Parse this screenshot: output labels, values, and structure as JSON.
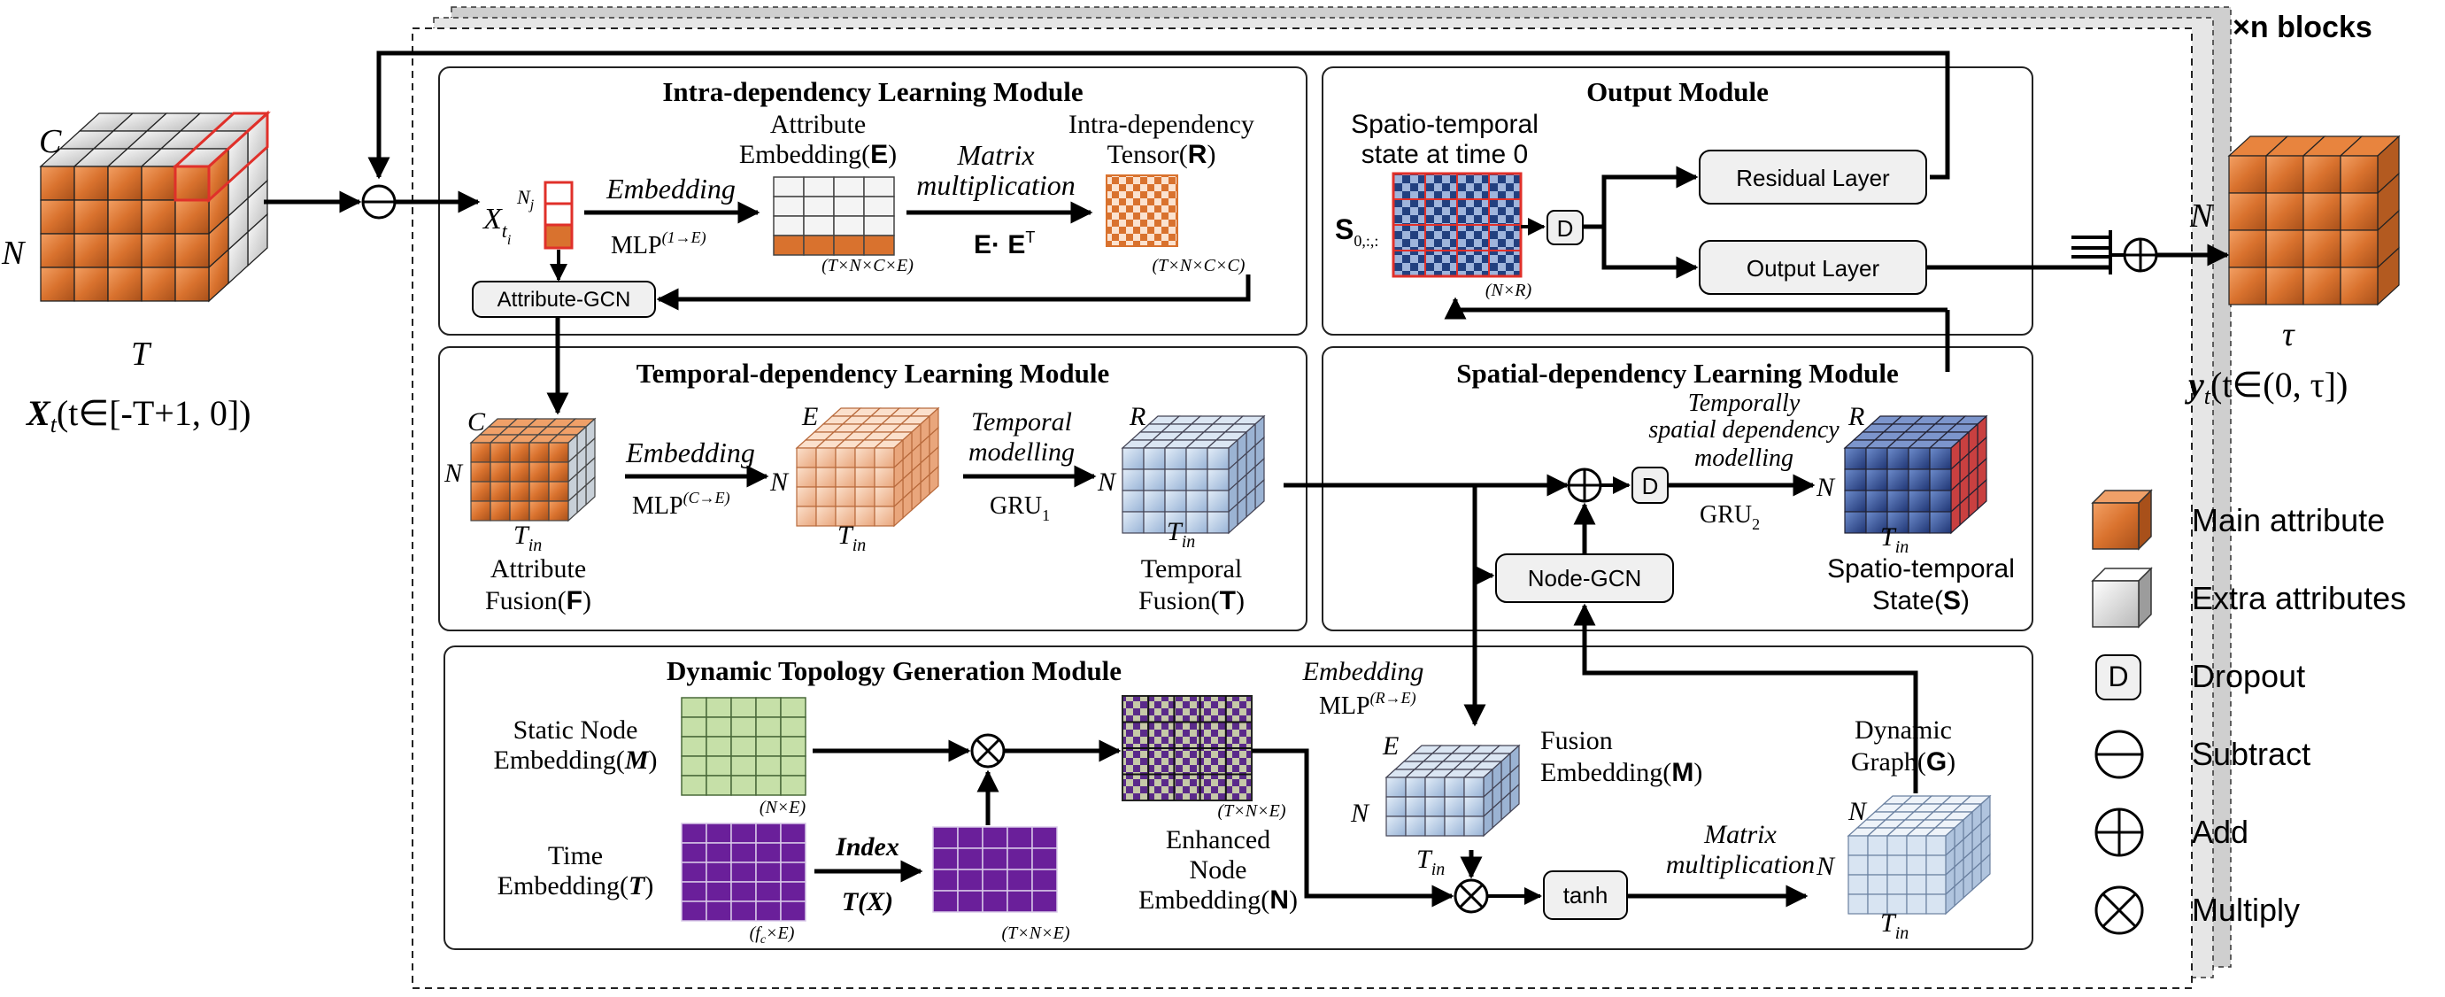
{
  "header": {
    "blocks_label": "×n blocks"
  },
  "input": {
    "c": "C",
    "n": "N",
    "t": "T",
    "caption_x": "X",
    "caption_t": "t",
    "caption_range": "(t∈[-T+1, 0])"
  },
  "output": {
    "n": "N",
    "tau": "τ",
    "caption_y": "y",
    "caption_t": "t",
    "caption_range": "(t∈(0, τ])"
  },
  "intra": {
    "title": "Intra-dependency Learning Module",
    "x_main": "X",
    "x_sub": "t",
    "x_subsub": "i",
    "x_sup": "N",
    "x_supsub": "j",
    "embedding": "Embedding",
    "mlp": "MLP",
    "mlp_sup": "(1→E)",
    "attr_emb_l1": "Attribute",
    "attr_emb_l2": "Embedding(",
    "attr_emb_bold": "E",
    "attr_emb_close": ")",
    "attr_emb_dims": "(T×N×C×E)",
    "matrix_l1": "Matrix",
    "matrix_l2": "multiplication",
    "ee_formula": "E· E",
    "ee_sup": "T",
    "tensor_l1": "Intra-dependency",
    "tensor_l2": "Tensor(",
    "tensor_bold": "R",
    "tensor_close": ")",
    "tensor_dims": "(T×N×C×C)",
    "gcn": "Attribute-GCN"
  },
  "output_module": {
    "title": "Output Module",
    "state_l1": "Spatio-temporal",
    "state_l2": "state at time 0",
    "s_label": "S",
    "s_sub": "0,:,:",
    "s_dims": "(N×R)",
    "dropout": "D",
    "residual": "Residual Layer",
    "output_layer": "Output Layer"
  },
  "temporal": {
    "title": "Temporal-dependency Learning Module",
    "c": "C",
    "n1": "N",
    "tin1": "T",
    "tin1_sub": "in",
    "f_l1": "Attribute",
    "f_l2": "Fusion(",
    "f_bold": "F",
    "f_close": ")",
    "embedding": "Embedding",
    "mlp": "MLP",
    "mlp_sup": "(C→E)",
    "e": "E",
    "n2": "N",
    "tin2": "T",
    "tin2_sub": "in",
    "modelling_l1": "Temporal",
    "modelling_l2": "modelling",
    "gru": "GRU",
    "gru_sub": "1",
    "r": "R",
    "n3": "N",
    "tin3": "T",
    "tin3_sub": "in",
    "tf_l1": "Temporal",
    "tf_l2": "Fusion(",
    "tf_bold": "T",
    "tf_close": ")"
  },
  "spatial": {
    "title": "Spatial-dependency Learning Module",
    "dropout": "D",
    "modelling_l1": "Temporally",
    "modelling_l2": "spatial dependency",
    "modelling_l3": "modelling",
    "gru": "GRU",
    "gru_sub": "2",
    "node_gcn": "Node-GCN",
    "r": "R",
    "n": "N",
    "tin": "T",
    "tin_sub": "in",
    "state_l1": "Spatio-temporal",
    "state_l2": "State(",
    "state_bold": "S",
    "state_close": ")"
  },
  "dynamic": {
    "title": "Dynamic Topology Generation Module",
    "static_l1": "Static Node",
    "static_l2": "Embedding(",
    "static_bold": "M",
    "static_close": ")",
    "static_dims": "(N×E)",
    "time_l1": "Time",
    "time_l2": "Embedding(",
    "time_bold": "T",
    "time_close": ")",
    "time_dims": "(f",
    "time_dims_sub": "c",
    "time_dims_end": "×E)",
    "index": "Index",
    "tx": "T(X)",
    "tx_dims": "(T×N×E)",
    "enh_dims": "(T×N×E)",
    "enh_l1": "Enhanced",
    "enh_l2": "Node",
    "enh_l3": "Embedding(",
    "enh_bold": "N",
    "enh_close": ")",
    "embedding": "Embedding",
    "mlp": "MLP",
    "mlp_sup": "(R→E)",
    "e": "E",
    "n": "N",
    "tin": "T",
    "tin_sub": "in",
    "fusion_l1": "Fusion",
    "fusion_l2": "Embedding(",
    "fusion_bold": "M",
    "fusion_close": ")",
    "tanh": "tanh",
    "matrix_l1": "Matrix",
    "matrix_l2": "multiplication",
    "dg_l1": "Dynamic",
    "dg_l2": "Graph(",
    "dg_bold": "G",
    "dg_close": ")",
    "n2": "N",
    "n3": "N",
    "tin2": "T",
    "tin2_sub": "in"
  },
  "legend": [
    {
      "icon": "orange-cube-icon",
      "label": "Main attribute"
    },
    {
      "icon": "gray-cube-icon",
      "label": "Extra attributes"
    },
    {
      "icon": "dropout-icon",
      "symbol": "D",
      "label": "Dropout"
    },
    {
      "icon": "subtract-icon",
      "label": "Subtract"
    },
    {
      "icon": "add-icon",
      "label": "Add"
    },
    {
      "icon": "multiply-icon",
      "label": "Multiply"
    }
  ],
  "colors": {
    "orange": "#d9722e",
    "gray": "#d6d6d6",
    "light_green": "#c6e0a8",
    "purple": "#6a1f9a",
    "blue_checker": "#2f4d9e",
    "light_blue": "#c2d4ea"
  }
}
